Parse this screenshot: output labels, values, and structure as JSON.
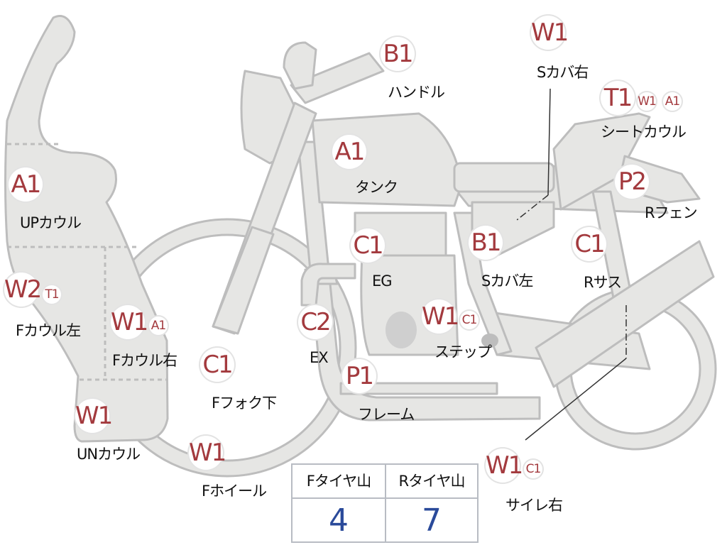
{
  "parts": [
    {
      "id": "b1-handle",
      "code": "B1",
      "label": "ハンドル",
      "sub": []
    },
    {
      "id": "w1-scover-r",
      "code": "W1",
      "label": "Sカバ右",
      "sub": []
    },
    {
      "id": "t1-seatcowl",
      "code": "T1",
      "label": "シートカウル",
      "sub": [
        "W1",
        "A1"
      ]
    },
    {
      "id": "a1-tank",
      "code": "A1",
      "label": "タンク",
      "sub": []
    },
    {
      "id": "p2-rfender",
      "code": "P2",
      "label": "Rフェン",
      "sub": []
    },
    {
      "id": "a1-upcowl",
      "code": "A1",
      "label": "UPカウル",
      "sub": []
    },
    {
      "id": "c1-eg",
      "code": "C1",
      "label": "EG",
      "sub": []
    },
    {
      "id": "b1-scover-l",
      "code": "B1",
      "label": "Sカバ左",
      "sub": []
    },
    {
      "id": "c1-rsus",
      "code": "C1",
      "label": "Rサス",
      "sub": []
    },
    {
      "id": "w2-fcowl-l",
      "code": "W2",
      "label": "Fカウル左",
      "sub": [
        "T1"
      ]
    },
    {
      "id": "w1-fcowl-r",
      "code": "W1",
      "label": "Fカウル右",
      "sub": [
        "A1"
      ]
    },
    {
      "id": "c2-ex",
      "code": "C2",
      "label": "EX",
      "sub": []
    },
    {
      "id": "w1-step",
      "code": "W1",
      "label": "ステップ",
      "sub": [
        "C1"
      ]
    },
    {
      "id": "c1-ffork",
      "code": "C1",
      "label": "Fフォク下",
      "sub": []
    },
    {
      "id": "p1-frame",
      "code": "P1",
      "label": "フレーム",
      "sub": []
    },
    {
      "id": "w1-uncowl",
      "code": "W1",
      "label": "UNカウル",
      "sub": []
    },
    {
      "id": "w1-fwheel",
      "code": "W1",
      "label": "Fホイール",
      "sub": []
    },
    {
      "id": "w1-muffler-r",
      "code": "W1",
      "label": "サイレ右",
      "sub": [
        "C1"
      ]
    }
  ],
  "tire_table": {
    "headers": [
      "Fタイヤ山",
      "Rタイヤ山"
    ],
    "values": [
      "4",
      "7"
    ]
  },
  "colors": {
    "part_fill": "#e6e6e4",
    "part_stroke": "#bdbdbd",
    "badge_text": "#a33a3e",
    "value_text": "#2a4a9a"
  }
}
